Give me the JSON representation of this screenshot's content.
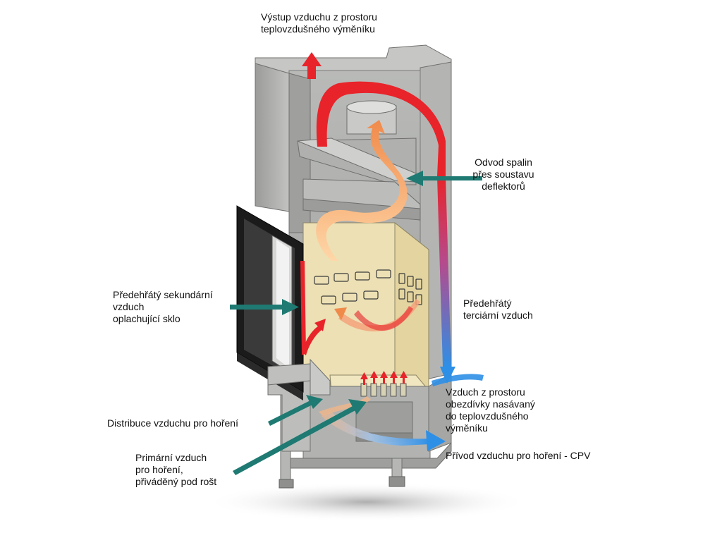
{
  "labels": {
    "exhaust_top": {
      "line1": "Výstup vzduchu z prostoru",
      "line2": "teplovzdušného výměníku"
    },
    "flue_gas": {
      "line1": "Odvod spalin",
      "line2": "přes soustavu",
      "line3": "deflektorů"
    },
    "secondary_air": {
      "line1": "Předehřátý sekundární",
      "line2": "vzduch",
      "line3": "oplachující sklo"
    },
    "tertiary_air": {
      "line1": "Předehřátý",
      "line2": "terciární vzduch"
    },
    "intake_air": {
      "line1": "Vzduch z prostoru",
      "line2": "obezdívky nasávaný",
      "line3": "do teplovzdušného",
      "line4": "výměníku"
    },
    "combustion_distribution": {
      "line1": "Distribuce vzduchu pro hoření"
    },
    "cpv_supply": {
      "line1": "Přívod vzduchu pro hoření - CPV"
    },
    "primary_air": {
      "line1": "Primární vzduch",
      "line2": "pro hoření,",
      "line3": "přiváděný pod rošt"
    }
  },
  "colors": {
    "steel": "#a9aaa8",
    "steel_dark": "#7d7f7d",
    "steel_light": "#cfd0ce",
    "firebox_lining": "#ece0b4",
    "pointer_arrow": "#1e7a72",
    "hot_air": "#e8232a",
    "cold_air": "#2e8fe6",
    "door_frame": "#1b1b1b"
  },
  "icons": [
    "pointer-arrow",
    "hot-air-arrow",
    "cold-air-arrow",
    "flame-arrow"
  ]
}
